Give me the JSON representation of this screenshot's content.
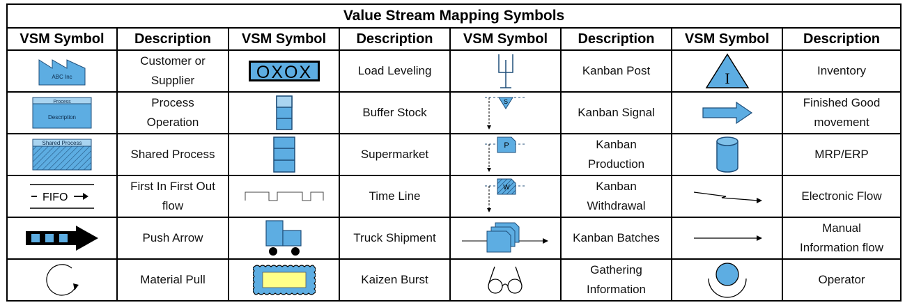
{
  "title": "Value Stream Mapping Symbols",
  "headers": [
    "VSM Symbol",
    "Description",
    "VSM Symbol",
    "Description",
    "VSM Symbol",
    "Description",
    "VSM Symbol",
    "Description"
  ],
  "colors": {
    "fill": "#5DADE2",
    "fill_light": "#A9D4F0",
    "stroke": "#1F4E79",
    "yellow": "#FFFF88"
  },
  "rows": [
    [
      {
        "icon": "factory-icon",
        "label": "ABC Inc",
        "desc": "Customer or\nSupplier"
      },
      {
        "icon": "load-leveling-icon",
        "label": "OXOX",
        "desc": "Load Leveling"
      },
      {
        "icon": "kanban-post-icon",
        "desc": "Kanban Post"
      },
      {
        "icon": "inventory-triangle-icon",
        "label": "I",
        "desc": "Inventory"
      }
    ],
    [
      {
        "icon": "process-box-icon",
        "label_top": "Process",
        "label_bottom": "Description",
        "desc": "Process\nOperation"
      },
      {
        "icon": "buffer-stock-icon",
        "desc": "Buffer Stock"
      },
      {
        "icon": "kanban-signal-icon",
        "label": "S",
        "desc": "Kanban Signal"
      },
      {
        "icon": "finished-good-arrow-icon",
        "desc": "Finished Good\nmovement"
      }
    ],
    [
      {
        "icon": "shared-process-icon",
        "label": "Shared Process",
        "desc": "Shared Process"
      },
      {
        "icon": "supermarket-icon",
        "desc": "Supermarket"
      },
      {
        "icon": "kanban-production-icon",
        "label": "P",
        "desc": "Kanban\nProduction"
      },
      {
        "icon": "database-cylinder-icon",
        "desc": "MRP/ERP"
      }
    ],
    [
      {
        "icon": "fifo-lane-icon",
        "label": "FIFO",
        "desc": "First In First Out\nflow"
      },
      {
        "icon": "timeline-icon",
        "desc": "Time Line"
      },
      {
        "icon": "kanban-withdrawal-icon",
        "label": "W",
        "desc": "Kanban\nWithdrawal"
      },
      {
        "icon": "electronic-flow-icon",
        "desc": "Electronic Flow"
      }
    ],
    [
      {
        "icon": "push-arrow-icon",
        "desc": "Push Arrow"
      },
      {
        "icon": "truck-icon",
        "desc": "Truck Shipment"
      },
      {
        "icon": "kanban-batches-icon",
        "desc": "Kanban Batches"
      },
      {
        "icon": "manual-info-arrow-icon",
        "desc": "Manual\nInformation flow"
      }
    ],
    [
      {
        "icon": "material-pull-icon",
        "desc": "Material Pull"
      },
      {
        "icon": "kaizen-burst-icon",
        "desc": "Kaizen Burst"
      },
      {
        "icon": "eyeglasses-icon",
        "desc": "Gathering\nInformation"
      },
      {
        "icon": "operator-icon",
        "desc": "Operator"
      }
    ]
  ]
}
